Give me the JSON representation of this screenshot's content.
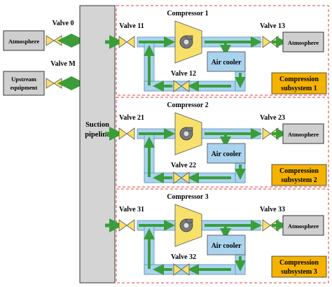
{
  "left": {
    "atmosphere_label": "Atmosphere",
    "upstream_line1": "Upstream",
    "upstream_line2": "equipment",
    "valve0_label": "Valve 0",
    "valveM_label": "Valve M"
  },
  "pipeline": {
    "line1": "Suction",
    "line2": "pipeline"
  },
  "subsystems": [
    {
      "compressor_label": "Compressor 1",
      "inlet_valve": "Valve 11",
      "recycle_valve": "Valve 12",
      "outlet_valve": "Valve 13",
      "cooler_label": "Air cooler",
      "sink_label": "Atmosphere",
      "badge_line1": "Compression",
      "badge_line2": "subsystem 1"
    },
    {
      "compressor_label": "Compressor 2",
      "inlet_valve": "Valve 21",
      "recycle_valve": "Valve 22",
      "outlet_valve": "Valve 23",
      "cooler_label": "Air cooler",
      "sink_label": "Atmosphere",
      "badge_line1": "Compression",
      "badge_line2": "subsystem 2"
    },
    {
      "compressor_label": "Compressor 3",
      "inlet_valve": "Valve 31",
      "recycle_valve": "Valve 32",
      "outlet_valve": "Valve 33",
      "cooler_label": "Air cooler",
      "sink_label": "Atmosphere",
      "badge_line1": "Compression",
      "badge_line2": "subsystem 3"
    }
  ],
  "colors": {
    "pipe_fill": "#a9d3ee",
    "pipe_border": "#5a8fb8",
    "arrow": "#3a9d3a",
    "valve": "#f7e16a",
    "compressor": "#f7e16a",
    "cooler": "#a9d3ee",
    "badge": "#f5b300",
    "suction": "#d4d4d4",
    "grey_box": "#cfcfcf",
    "dashed": "#e0403a"
  }
}
